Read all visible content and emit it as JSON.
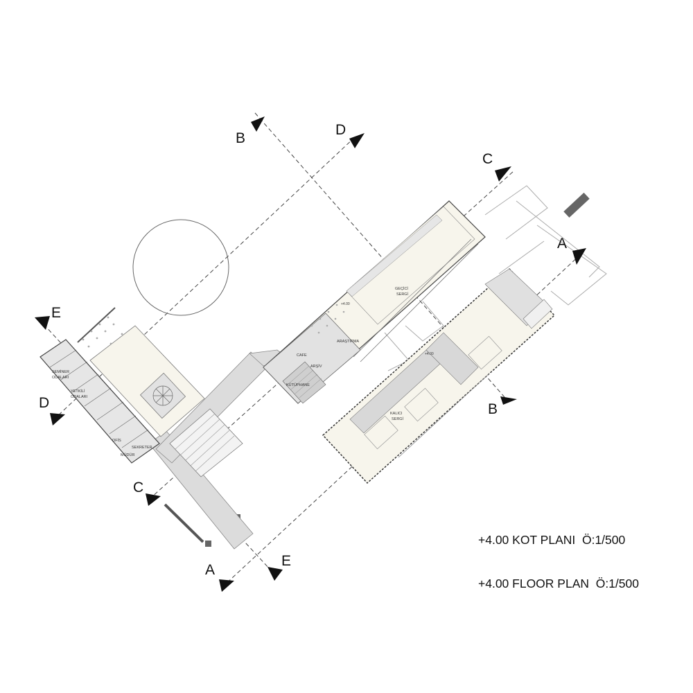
{
  "title": {
    "line1": "+4.00 KOT PLANI  Ö:1/500",
    "line2": "+4.00 FLOOR PLAN  Ö:1/500"
  },
  "section_markers": {
    "a": "A",
    "b": "B",
    "c": "C",
    "d": "D",
    "e": "E"
  },
  "rooms": {
    "gecici_sergi_1": "GEÇİCİ",
    "gecici_sergi_2": "SERGİ",
    "arastirma": "ARAŞTIRMA",
    "cafe": "CAFE",
    "arsiv": "ARŞİV",
    "kutuphane": "KÜTÜPHANE",
    "kalici_sergi_1": "KALICI",
    "kalici_sergi_2": "SERGİ",
    "seminer_1": "SEMİNER",
    "seminer_2": "ODALARI",
    "yetkili_1": "YETKİLİ",
    "yetkili_2": "ODALARI",
    "ofis": "OFİS",
    "sekreter": "SEKRETER",
    "mudur": "MÜDÜR"
  },
  "levels": {
    "gallery_level": "+4.00",
    "exhibition_level": "+4.00"
  },
  "colors": {
    "ink": "#111111",
    "wall": "#555555",
    "floor_cream": "#f7f5ec",
    "circulation_grey": "#dcdcdc",
    "dark_grey": "#9a9a9a"
  }
}
